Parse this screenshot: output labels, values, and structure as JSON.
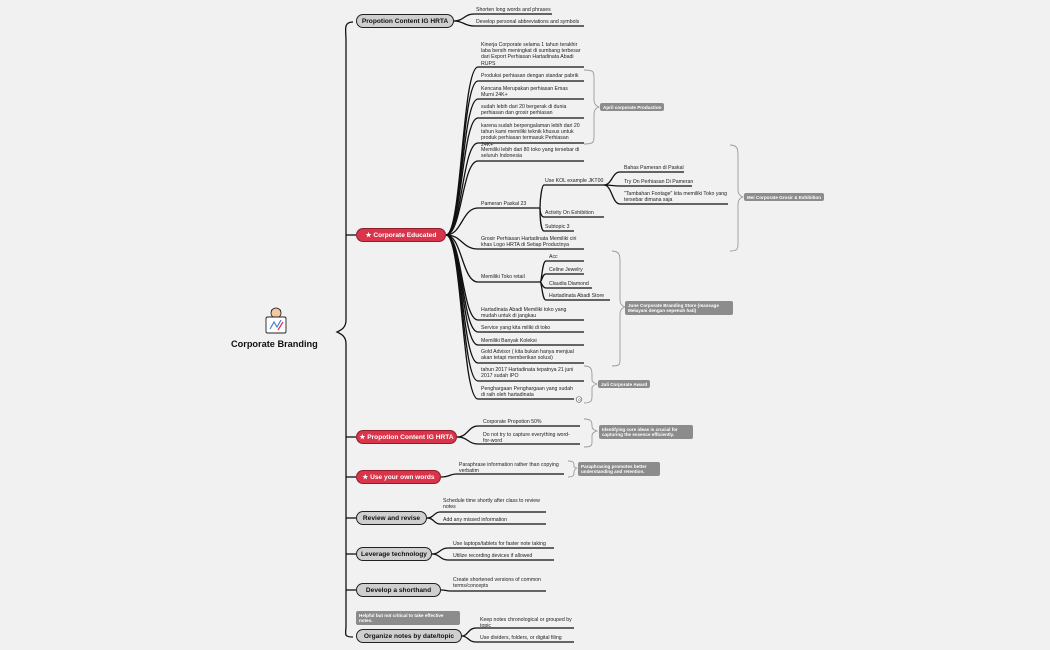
{
  "root": {
    "title": "Corporate Branding"
  },
  "nodes": {
    "n1": "Propotion Content IG HRTA",
    "n2": "★ Corporate Educated",
    "n3": "★ Propotion Content IG HRTA",
    "n4": "★ Use your own words",
    "n5": "Review and revise",
    "n6": "Leverage technology",
    "n7": "Develop a shorthand",
    "n8": "Organize notes by date/topic"
  },
  "leaves": {
    "a1": "Shorten long words and phrases",
    "a2": "Develop personal abbreviations and symbols",
    "b1": "Kinerja Corporate selama 1 tahun terakhir laba bersih meningkat di sumbang terbesar dari Export Perhiasan Hartadinata Abadi RUPS",
    "b2": "Produksi perhiasan dengan standar pabrik",
    "b3": "Kencana Merupakan perhiasan Emas Murni 24K+",
    "b4": "sudah lebih dari 20 bergerak di dunia perhiasan dan grosir perhiasan",
    "b5": "karena sudah berpengalaman lebih dari 20 tahun kami memiliki teknik khusus untuk produk perhiasan termasuk Perhiasan 24K+",
    "b6": "Memiliki lebih dari 80 toko yang tersebar di seluruh Indonesia",
    "b7": "Pameran Paskal 23",
    "b7a": "Use KOL example JKT00",
    "b7a1": "Bahas Pameran di Paskal",
    "b7a2": "Try On Perhiasan Di Pameran",
    "b7a3": "\"Tambahan Footage\" kita memiliki Toko yang tersebar dimana saja",
    "b7b": "Activity On Exhibition",
    "b7c": "Subtopic 3",
    "b8": "Grosir Perhiasan Hartadinata Memiliki ciri khas Logo HRTA di Setiap Productnya",
    "b9": "Memiliki Toko retail",
    "b9a": "Acc",
    "b9b": "Celine Jewelry",
    "b9c": "Claudia Diamond",
    "b9d": "Hartadinata Abadi Store",
    "b10": "Hartadinata Abadi Memiliki toko yang mudah untuk di jangkau",
    "b11": "Service yang kita miliki di toko",
    "b12": "Memiliki Banyak Koleksi",
    "b13": "Gold Advisor ( kita bukan hanya menjual akan tetapi memberikan solusi)",
    "b14": "tahun 2017 Hartadinata tepatnya 21 juni 2017 sudah IPO",
    "b15": "Penghargaan Penghargaan yang sudah di raih oleh hartadinata",
    "c1": "Corporate Propotion 50%",
    "c2": "Do not try to capture everything word-for-word",
    "d1": "Paraphrase information rather than copying verbatim",
    "e1": "Schedule time shortly after class to review notes",
    "e2": "Add any missed information",
    "f1": "Use laptops/tablets for faster note taking",
    "f2": "Utilize recording devices if allowed",
    "g1": "Create shortened versions of common terms/concepts",
    "h1": "Keep notes chronological or grouped by topic",
    "h2": "Use dividers, folders, or digital filing"
  },
  "tags": {
    "t1": "April corporate Production",
    "t2": "Mei Corporate Grosir & Exhibition",
    "t3": "June Corporate Branding Store (massage Melayani dengan sepenuh hati)",
    "t4": "Juli Corporate Award",
    "t5": "Identifying core ideas is crucial for capturing the essence efficiently.",
    "t6": "Paraphrasing promotes better understanding and retention.",
    "t7": "Helpful but not critical to take effective notes."
  },
  "badge": "0"
}
